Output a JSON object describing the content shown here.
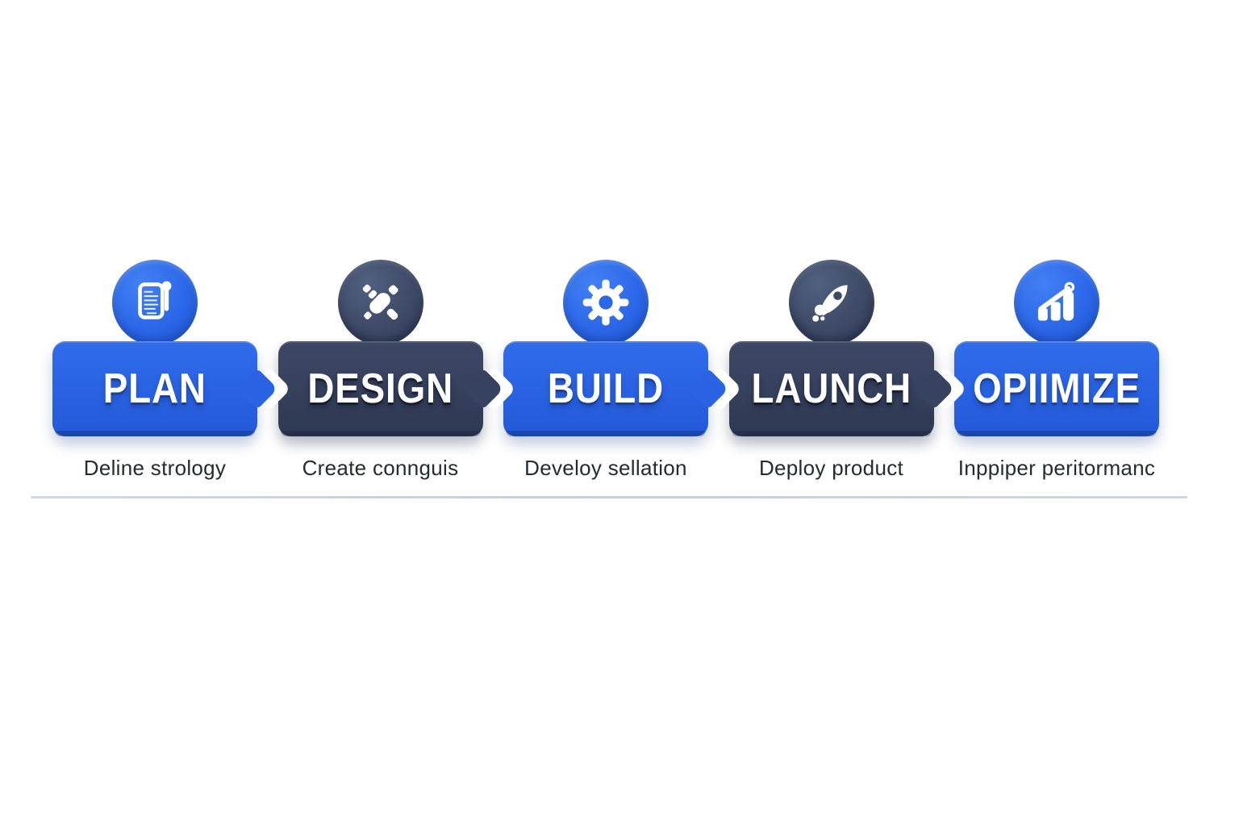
{
  "diagram": {
    "type": "process-flow",
    "stage_count": 5
  },
  "colors": {
    "blue_banner": "#2a64e4",
    "blue_banner_shade": "#2259d8",
    "dark_banner": "#37425e",
    "dark_banner_shade": "#2d3852",
    "blue_circle": "#2b67e8",
    "dark_circle": "#3e4a66",
    "banner_text": "#ffffff",
    "caption_text": "#262a33",
    "divider": "#c5cfdd",
    "background": "#ffffff"
  },
  "stages": [
    {
      "id": "plan",
      "label": "PLAN",
      "caption": "Deline strology",
      "theme": "blue",
      "icon": "clipboard-pen-icon"
    },
    {
      "id": "design",
      "label": "DESIGN",
      "caption": "Create connguis",
      "theme": "dark",
      "icon": "crossed-tools-icon"
    },
    {
      "id": "build",
      "label": "BUILD",
      "caption": "Develoy sellation",
      "theme": "blue",
      "icon": "gear-icon"
    },
    {
      "id": "launch",
      "label": "LAUNCH",
      "caption": "Deploy product",
      "theme": "dark",
      "icon": "rocket-icon"
    },
    {
      "id": "optimize",
      "label": "OPIIMIZE",
      "caption": "Inppiper peritormanc",
      "theme": "blue",
      "icon": "bar-chart-arrow-icon"
    }
  ]
}
